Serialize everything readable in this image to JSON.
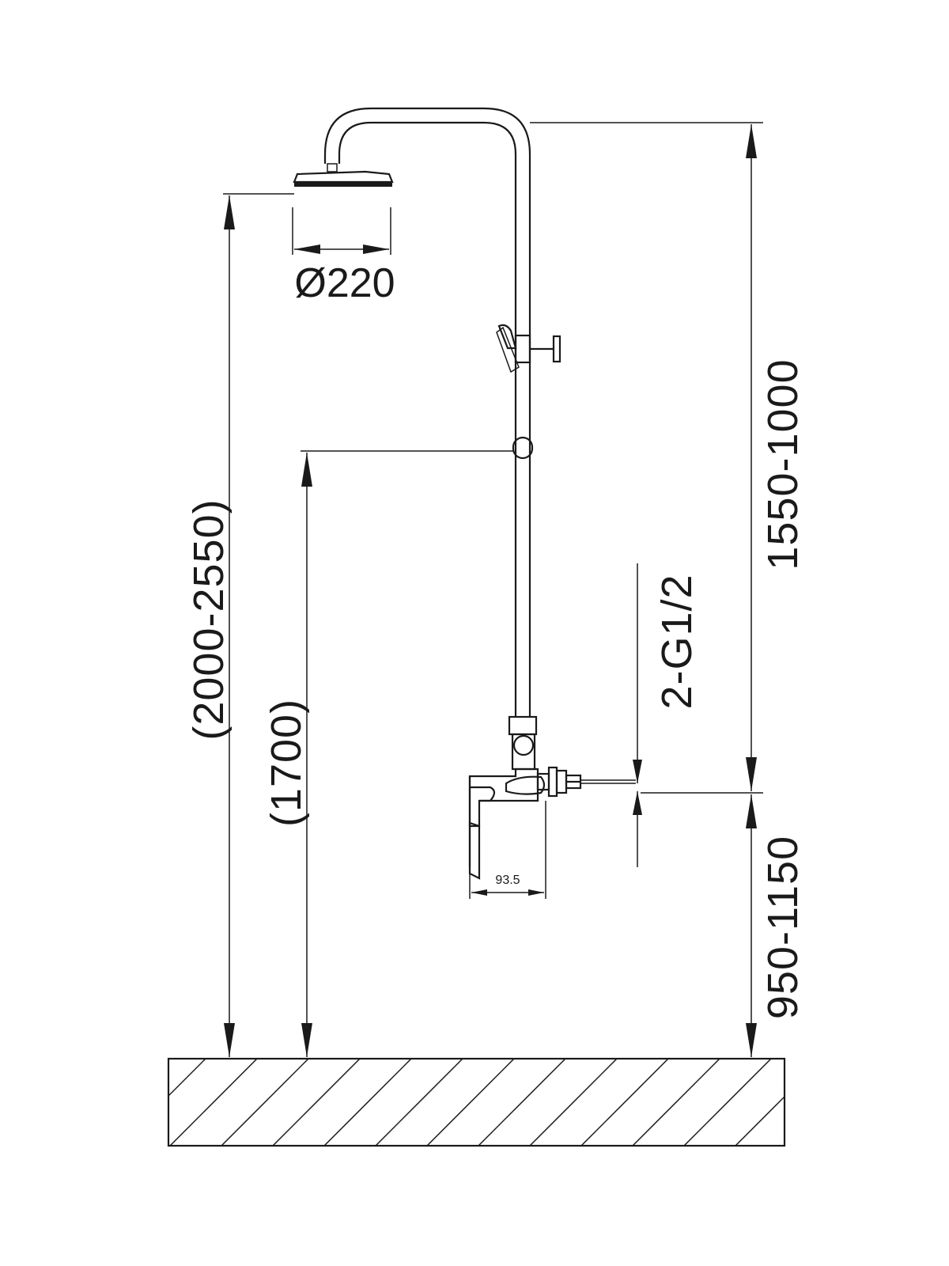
{
  "dimensions": {
    "head_diameter": "Ø220",
    "total_height": "(2000-2550)",
    "slider_height": "(1700)",
    "riser_length": "1550-1000",
    "mixer_height": "950-1150",
    "inlet_thread": "2-G1/2",
    "mixer_depth": "93.5"
  }
}
